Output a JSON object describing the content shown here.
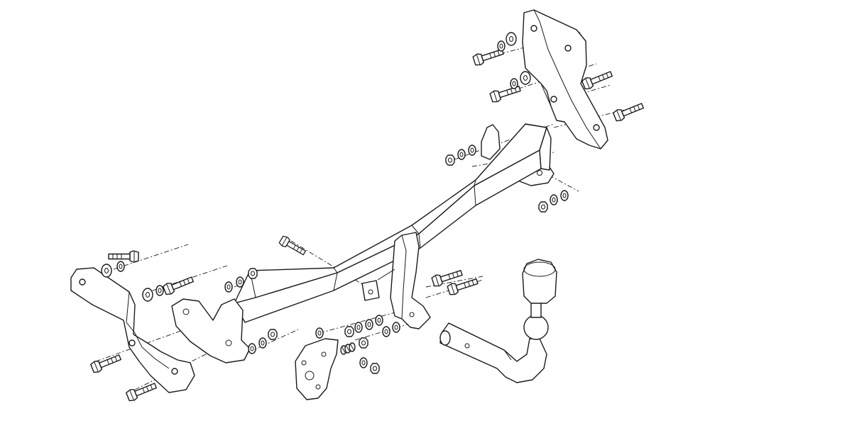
{
  "diagram": {
    "line_color": "#1a1a1a",
    "fill_color": "#ffffff",
    "shade_color": "#d8d8d8",
    "parts": [
      "crossbar",
      "left-mounting-bracket",
      "right-mounting-bracket",
      "left-side-plate",
      "right-side-plate",
      "center-tow-bracket",
      "towball-neck",
      "towball",
      "socket-plate",
      "bolts",
      "washers",
      "nuts"
    ]
  }
}
